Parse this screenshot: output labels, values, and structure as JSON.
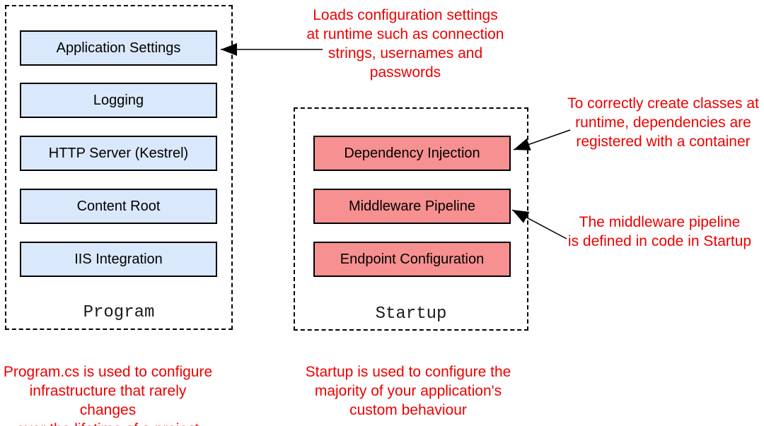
{
  "diagram": {
    "program": {
      "label": "Program",
      "boxes": [
        "Application Settings",
        "Logging",
        "HTTP Server (Kestrel)",
        "Content Root",
        "IIS Integration"
      ],
      "caption_lines": [
        "Program.cs is used to configure",
        "infrastructure that rarely changes",
        "over the lifetime of a project"
      ]
    },
    "startup": {
      "label": "Startup",
      "boxes": [
        "Dependency Injection",
        "Middleware Pipeline",
        "Endpoint Configuration"
      ],
      "caption_lines": [
        "Startup is used to configure the",
        "majority of your application's",
        "custom behaviour"
      ]
    },
    "annotations": {
      "config_lines": [
        "Loads configuration settings",
        "at runtime such as connection",
        "strings, usernames and",
        "passwords"
      ],
      "dependency_injection_lines": [
        "To correctly create classes at",
        "runtime, dependencies are",
        "registered with a container"
      ],
      "middleware_lines": [
        "The middleware pipeline",
        "is defined in code in Startup"
      ]
    },
    "colors": {
      "program_box_fill": "#dae8fc",
      "startup_box_fill": "#f79090",
      "annotation_text": "#ee0000",
      "border": "#000000"
    }
  }
}
